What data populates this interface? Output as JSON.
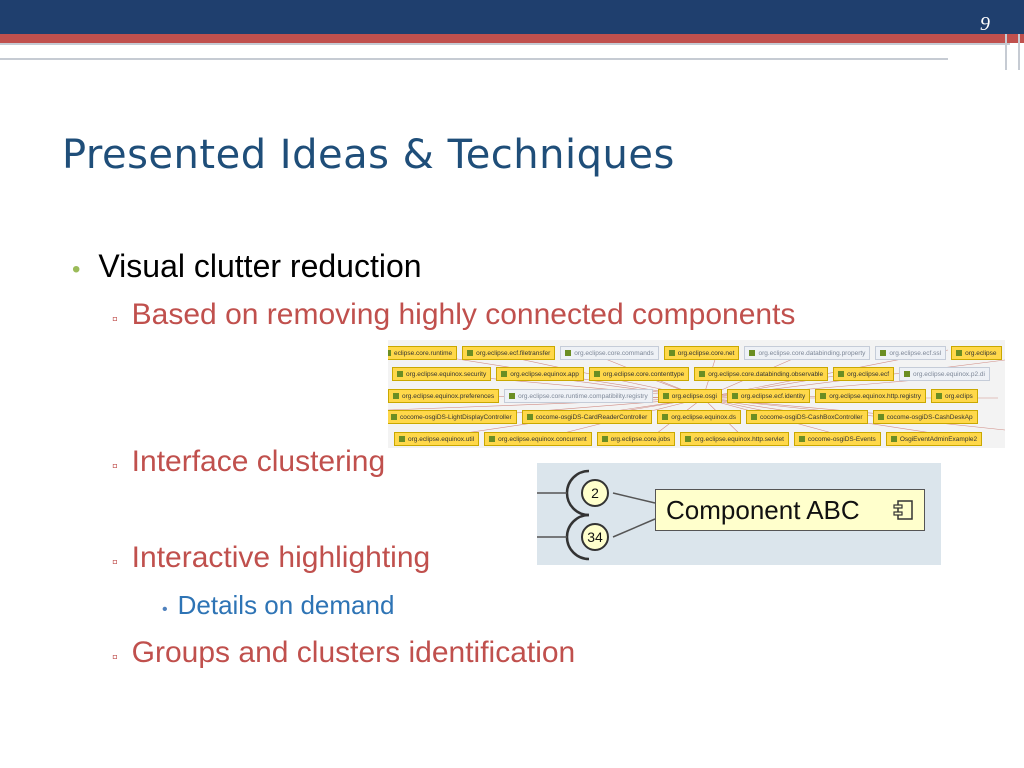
{
  "slide": {
    "number": "9",
    "title": "Presented Ideas & Techniques"
  },
  "bullets": {
    "main": "Visual clutter reduction",
    "sub1": "Based on removing highly connected components",
    "sub2": "Interface clustering",
    "sub3": "Interactive highlighting",
    "sub3_detail": "Details on demand",
    "sub4": "Groups and clusters identification",
    "marker_main": "•",
    "marker_sub": "▫",
    "marker_detail": "•"
  },
  "cluster_screenshot": {
    "rows": [
      [
        "eclipse.core.runtime",
        "org.eclipse.ecf.filetransfer",
        "org.eclipse.core.commands",
        "org.eclipse.core.net",
        "org.eclipse.core.databinding.property",
        "org.eclipse.ecf.ssl",
        "org.eclipse"
      ],
      [
        "org.eclipse.equinox.security",
        "org.eclipse.equinox.app",
        "org.eclipse.core.contenttype",
        "org.eclipse.core.databinding.observable",
        "org.eclipse.ecf",
        "org.eclipse.equinox.p2.di"
      ],
      [
        "org.eclipse.equinox.preferences",
        "org.eclipse.core.runtime.compatibility.registry",
        "org.eclipse.osgi",
        "org.eclipse.ecf.identity",
        "org.eclipse.equinox.http.registry",
        "org.eclips"
      ],
      [
        "cocome-osgiDS-LightDisplayController",
        "cocome-osgiDS-CardReaderController",
        "org.eclipse.equinox.ds",
        "cocome-osgiDS-CashBoxController",
        "cocome-osgiDS-CashDeskAp"
      ],
      [
        "org.eclipse.equinox.util",
        "org.eclipse.equinox.concurrent",
        "org.eclipse.core.jobs",
        "org.eclipse.equinox.http.servlet",
        "cocome-osgiDS-Events",
        "OsgiEventAdminExample2"
      ]
    ],
    "pale_chips": [
      "org.eclipse.core.commands",
      "org.eclipse.core.databinding.property",
      "org.eclipse.ecf.ssl",
      "org.eclipse.core.runtime.compatibility.registry",
      "org.eclipse.equinox.p2.di"
    ]
  },
  "component_screenshot": {
    "component_label": "Component ABC",
    "interface_count_1": "2",
    "interface_count_2": "34",
    "component_icon": "component-icon"
  },
  "colors": {
    "title": "#1f4e79",
    "sub_bullet": "#c0504d",
    "detail": "#2e74b5",
    "main_marker": "#9bbb59",
    "header_band": "#1f3f6e",
    "accent_band": "#c0504d"
  }
}
